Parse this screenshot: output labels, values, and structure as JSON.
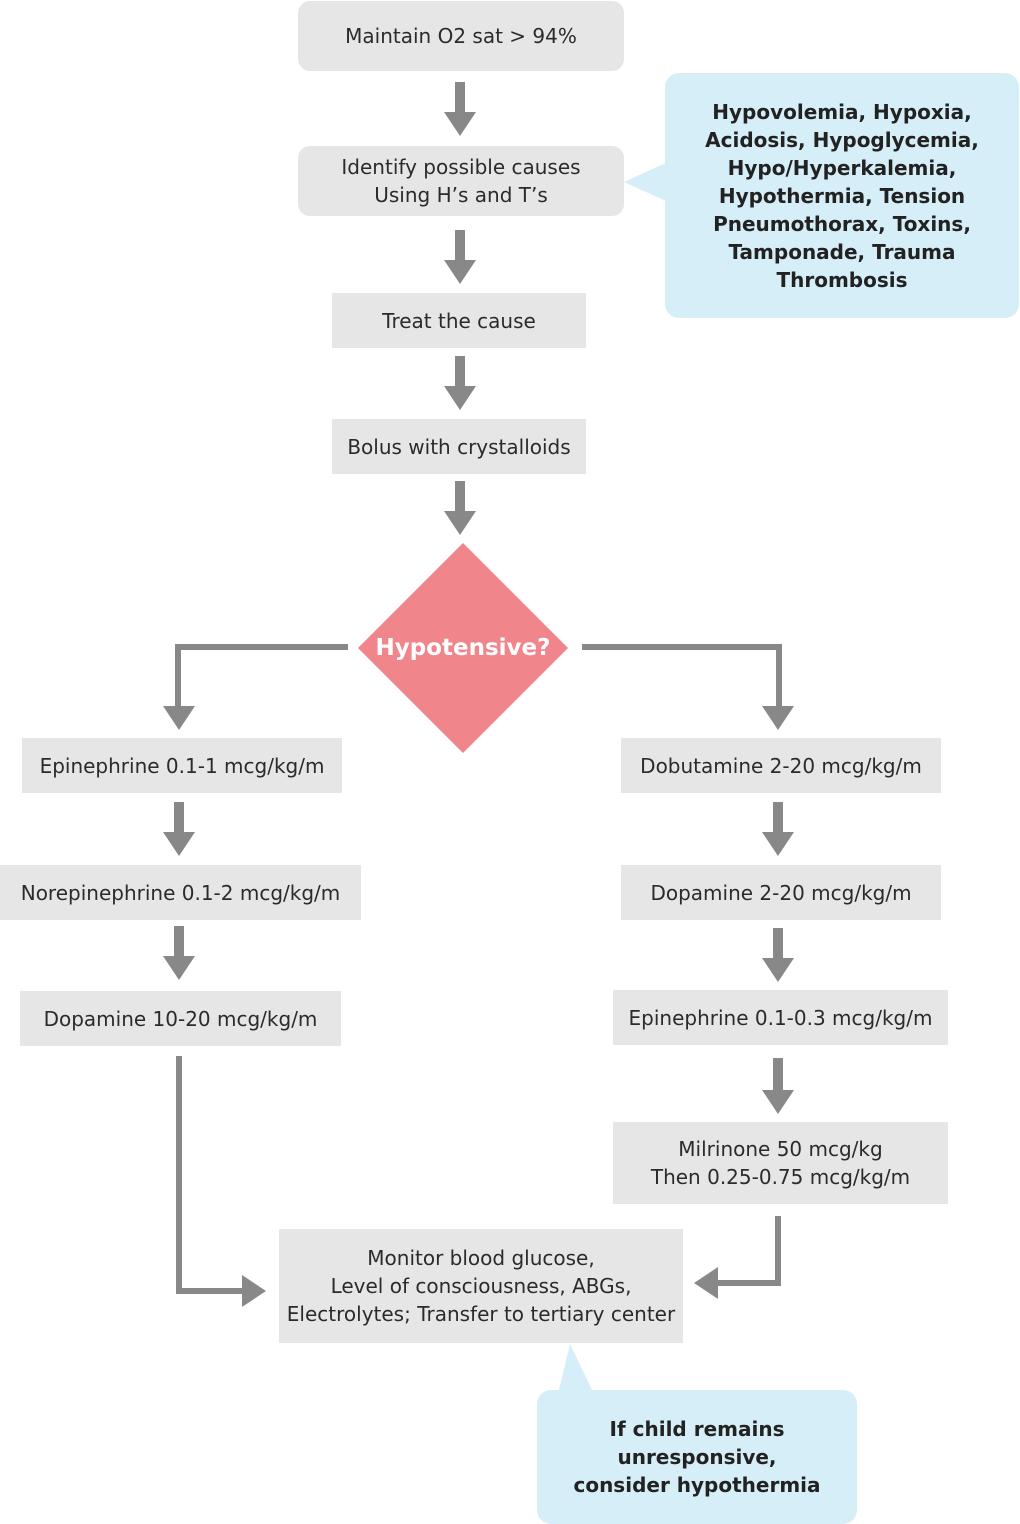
{
  "start": {
    "text": "Maintain O2 sat > 94%"
  },
  "identify": {
    "line1": "Identify possible causes",
    "line2": "Using H’s and T’s"
  },
  "causes_callout": {
    "lines": [
      "Hypovolemia, Hypoxia,",
      "Acidosis, Hypoglycemia,",
      "Hypo/Hyperkalemia,",
      "Hypothermia, Tension",
      "Pneumothorax, Toxins,",
      "Tamponade, Trauma",
      "Thrombosis"
    ]
  },
  "treat": {
    "text": "Treat the cause"
  },
  "bolus": {
    "text": "Bolus with crystalloids"
  },
  "decision": {
    "text": "Hypotensive?"
  },
  "left_branch": [
    {
      "text": "Epinephrine 0.1-1 mcg/kg/m"
    },
    {
      "text": "Norepinephrine 0.1-2 mcg/kg/m"
    },
    {
      "text": "Dopamine 10-20 mcg/kg/m"
    }
  ],
  "right_branch": [
    {
      "text": "Dobutamine 2-20 mcg/kg/m"
    },
    {
      "text": "Dopamine 2-20 mcg/kg/m"
    },
    {
      "text": "Epinephrine 0.1-0.3 mcg/kg/m"
    },
    {
      "line1": "Milrinone 50 mcg/kg",
      "line2": "Then 0.25-0.75 mcg/kg/m"
    }
  ],
  "monitor": {
    "lines": [
      "Monitor blood glucose,",
      "Level of consciousness, ABGs,",
      "Electrolytes; Transfer to tertiary center"
    ]
  },
  "final_callout": {
    "lines": [
      "If child remains",
      "unresponsive,",
      "consider hypothermia"
    ]
  },
  "colors": {
    "box": "#e6e6e6",
    "callout": "#d6eef8",
    "decision": "#f0868c",
    "arrow": "#888888"
  }
}
